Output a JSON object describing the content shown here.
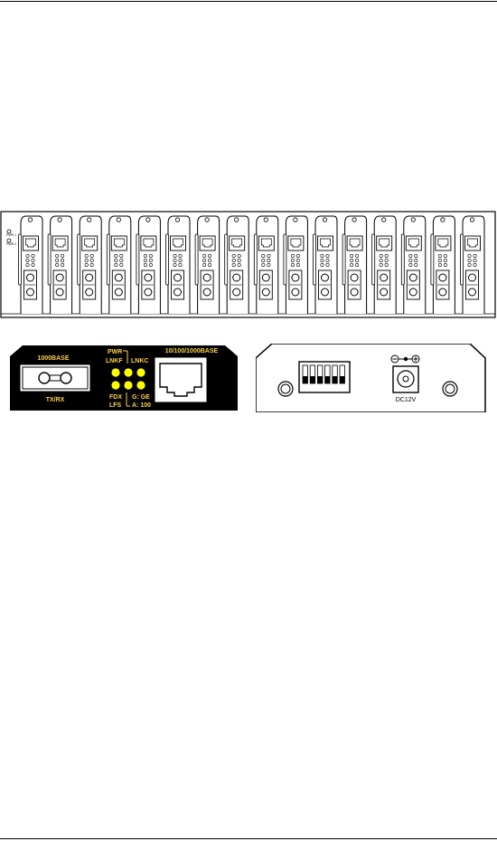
{
  "chassis": {
    "psu_labels": [
      "PWR 1",
      "PWR 2"
    ],
    "slot_count": 16
  },
  "front_panel": {
    "fiber_label": "1000BASE",
    "fiber_port_label": "TX/RX",
    "pwr_label": "PWR",
    "lnkf_label": "LNKF",
    "lnkc_label": "LNKC",
    "rj45_label": "10/100/1000BASE",
    "fdx_label": "FDX",
    "lfs_label": "LFS",
    "speed_g_label": "G: GE",
    "speed_a_label": "A: 100",
    "colors": {
      "panel": "#000000",
      "text": "#ffd24a",
      "led": "#ffff00"
    }
  },
  "rear_panel": {
    "dc_label": "DC12V",
    "dip_switch_count": 6
  }
}
